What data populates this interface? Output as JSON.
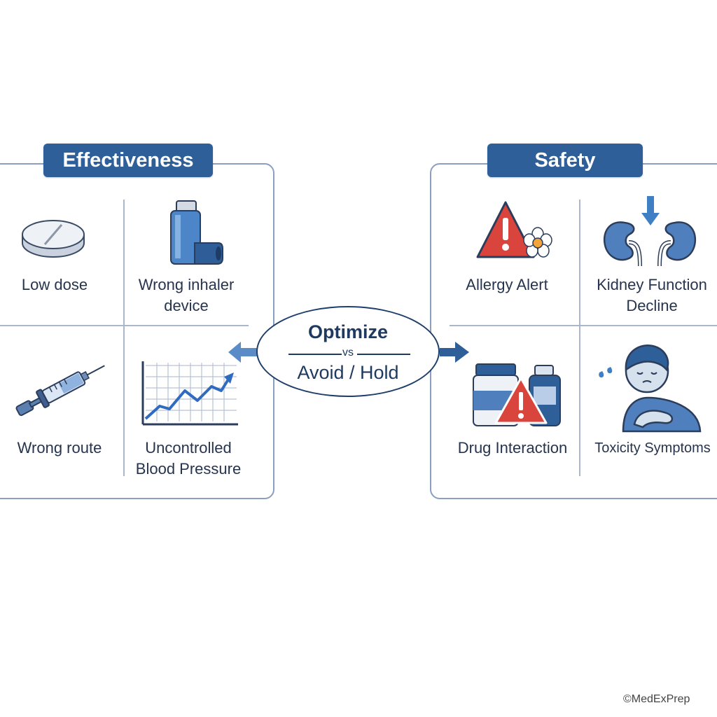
{
  "effectiveness": {
    "header": "Effectiveness",
    "items": [
      {
        "label": "Low dose",
        "icon": "pill-icon"
      },
      {
        "label": "Wrong inhaler\ndevice",
        "icon": "inhaler-icon"
      },
      {
        "label": "Wrong route",
        "icon": "syringe-icon"
      },
      {
        "label": "Uncontrolled\nBlood Pressure",
        "icon": "rising-chart-icon"
      }
    ]
  },
  "safety": {
    "header": "Safety",
    "items": [
      {
        "label": "Allergy Alert",
        "icon": "warning-flower-icon"
      },
      {
        "label": "Kidney Function\nDecline",
        "icon": "kidneys-down-arrow-icon"
      },
      {
        "label": "Drug Interaction",
        "icon": "medicine-bottles-warning-icon"
      },
      {
        "label": "Toxicity Symptoms",
        "icon": "sick-person-icon"
      }
    ]
  },
  "center": {
    "top": "Optimize",
    "vs": "vs",
    "bottom": "Avoid / Hold"
  },
  "colors": {
    "primary": "#2f5f98",
    "dark_navy": "#1f3a61",
    "light_blue": "#5b8cc8",
    "alert_red": "#d9453c",
    "border": "#8b9fc0"
  },
  "credit": "©MedExPrep"
}
